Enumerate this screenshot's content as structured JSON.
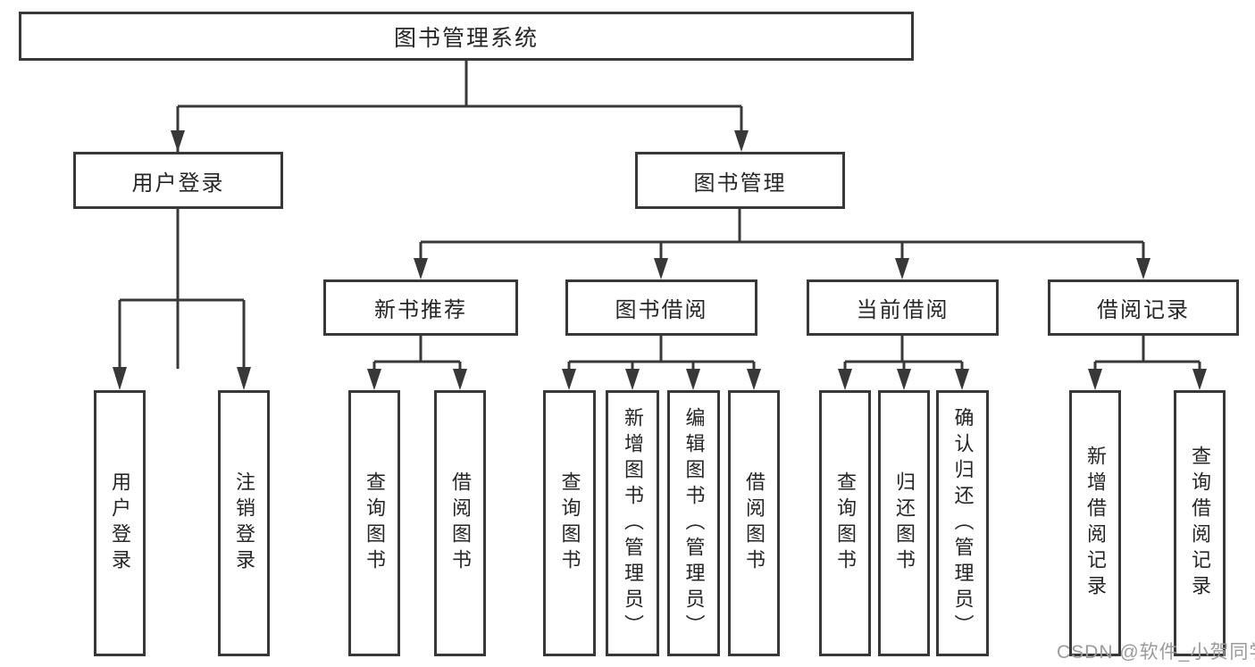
{
  "diagram": {
    "title": "图书管理系统",
    "branches": [
      {
        "label": "用户登录",
        "children": [
          {
            "label": "用户登录"
          },
          {
            "label": "注销登录"
          }
        ]
      },
      {
        "label": "图书管理",
        "children": [
          {
            "label": "新书推荐",
            "children": [
              {
                "label": "查询图书"
              },
              {
                "label": "借阅图书"
              }
            ]
          },
          {
            "label": "图书借阅",
            "children": [
              {
                "label": "查询图书"
              },
              {
                "label": "新增图书（管理员）"
              },
              {
                "label": "编辑图书（管理员）"
              },
              {
                "label": "借阅图书"
              }
            ]
          },
          {
            "label": "当前借阅",
            "children": [
              {
                "label": "查询图书"
              },
              {
                "label": "归还图书"
              },
              {
                "label": "确认归还（管理员）"
              }
            ]
          },
          {
            "label": "借阅记录",
            "children": [
              {
                "label": "新增借阅记录"
              },
              {
                "label": "查询借阅记录"
              }
            ]
          }
        ]
      }
    ]
  },
  "watermark": "CSDN @软件_小贺同学",
  "colors": {
    "line": "#383838",
    "text": "#262626",
    "watermark": "#9b9b9b",
    "background": "#ffffff"
  }
}
